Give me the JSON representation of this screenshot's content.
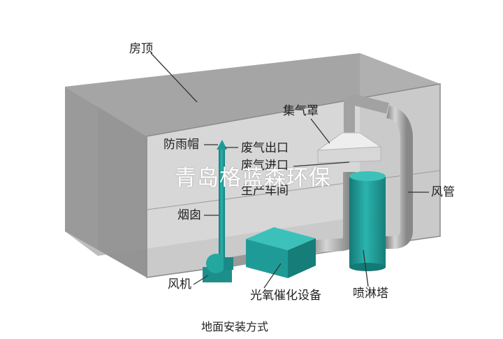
{
  "labels": {
    "roof": "房顶",
    "rain_cap": "防雨帽",
    "exhaust_outlet": "废气出口",
    "exhaust_inlet": "废气进口",
    "workshop": "生产车间",
    "hood": "集气罩",
    "chimney": "烟囱",
    "duct": "风管",
    "fan": "风机",
    "photo_oxygen": "光氧催化设备",
    "spray_tower": "喷淋塔"
  },
  "caption": "地面安装方式",
  "watermark": "青岛格蓝森环保",
  "colors": {
    "equipment": "#1f9b97",
    "pipe": "#a9a9a9",
    "wall": "#9a9a9a"
  }
}
